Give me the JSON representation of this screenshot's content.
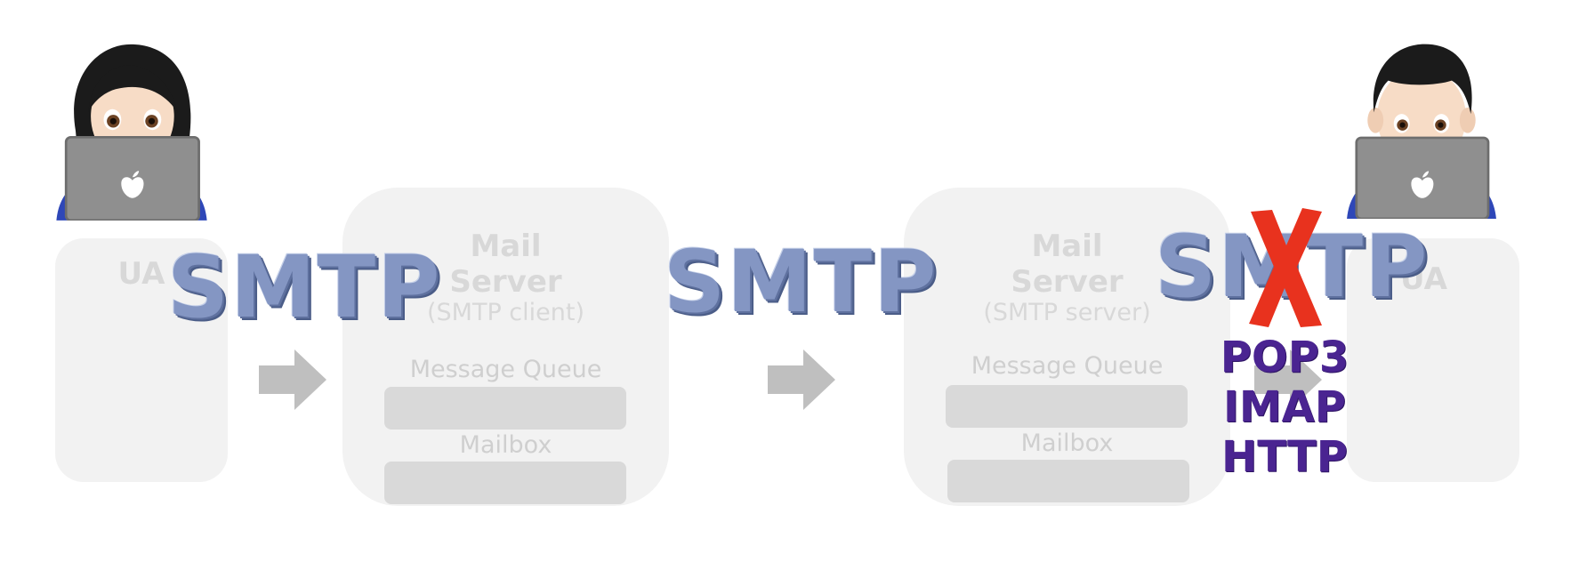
{
  "sender_ua": {
    "label": "UA"
  },
  "sender_server": {
    "title": "Mail\nServer",
    "title_line1": "Mail",
    "title_line2": "Server",
    "subtitle": "(SMTP client)",
    "queue_label": "Message Queue",
    "mailbox_label": "Mailbox"
  },
  "receiver_server": {
    "title_line1": "Mail",
    "title_line2": "Server",
    "subtitle": "(SMTP server)",
    "queue_label": "Message Queue",
    "mailbox_label": "Mailbox"
  },
  "receiver_ua": {
    "label": "UA"
  },
  "protocols": {
    "smtp_1": "SMTP",
    "smtp_2": "SMTP",
    "smtp_3": "SMTP",
    "pop3": "POP3",
    "imap": "IMAP",
    "http": "HTTP"
  },
  "icons": {
    "sender": "woman-technologist-icon",
    "receiver": "man-technologist-icon",
    "cross": "cross-mark-icon"
  },
  "colors": {
    "smtp": "#8496c3",
    "retrieval_protocols": "#4a2491",
    "cross": "#e8321e",
    "faded_box": "#f2f2f2"
  }
}
